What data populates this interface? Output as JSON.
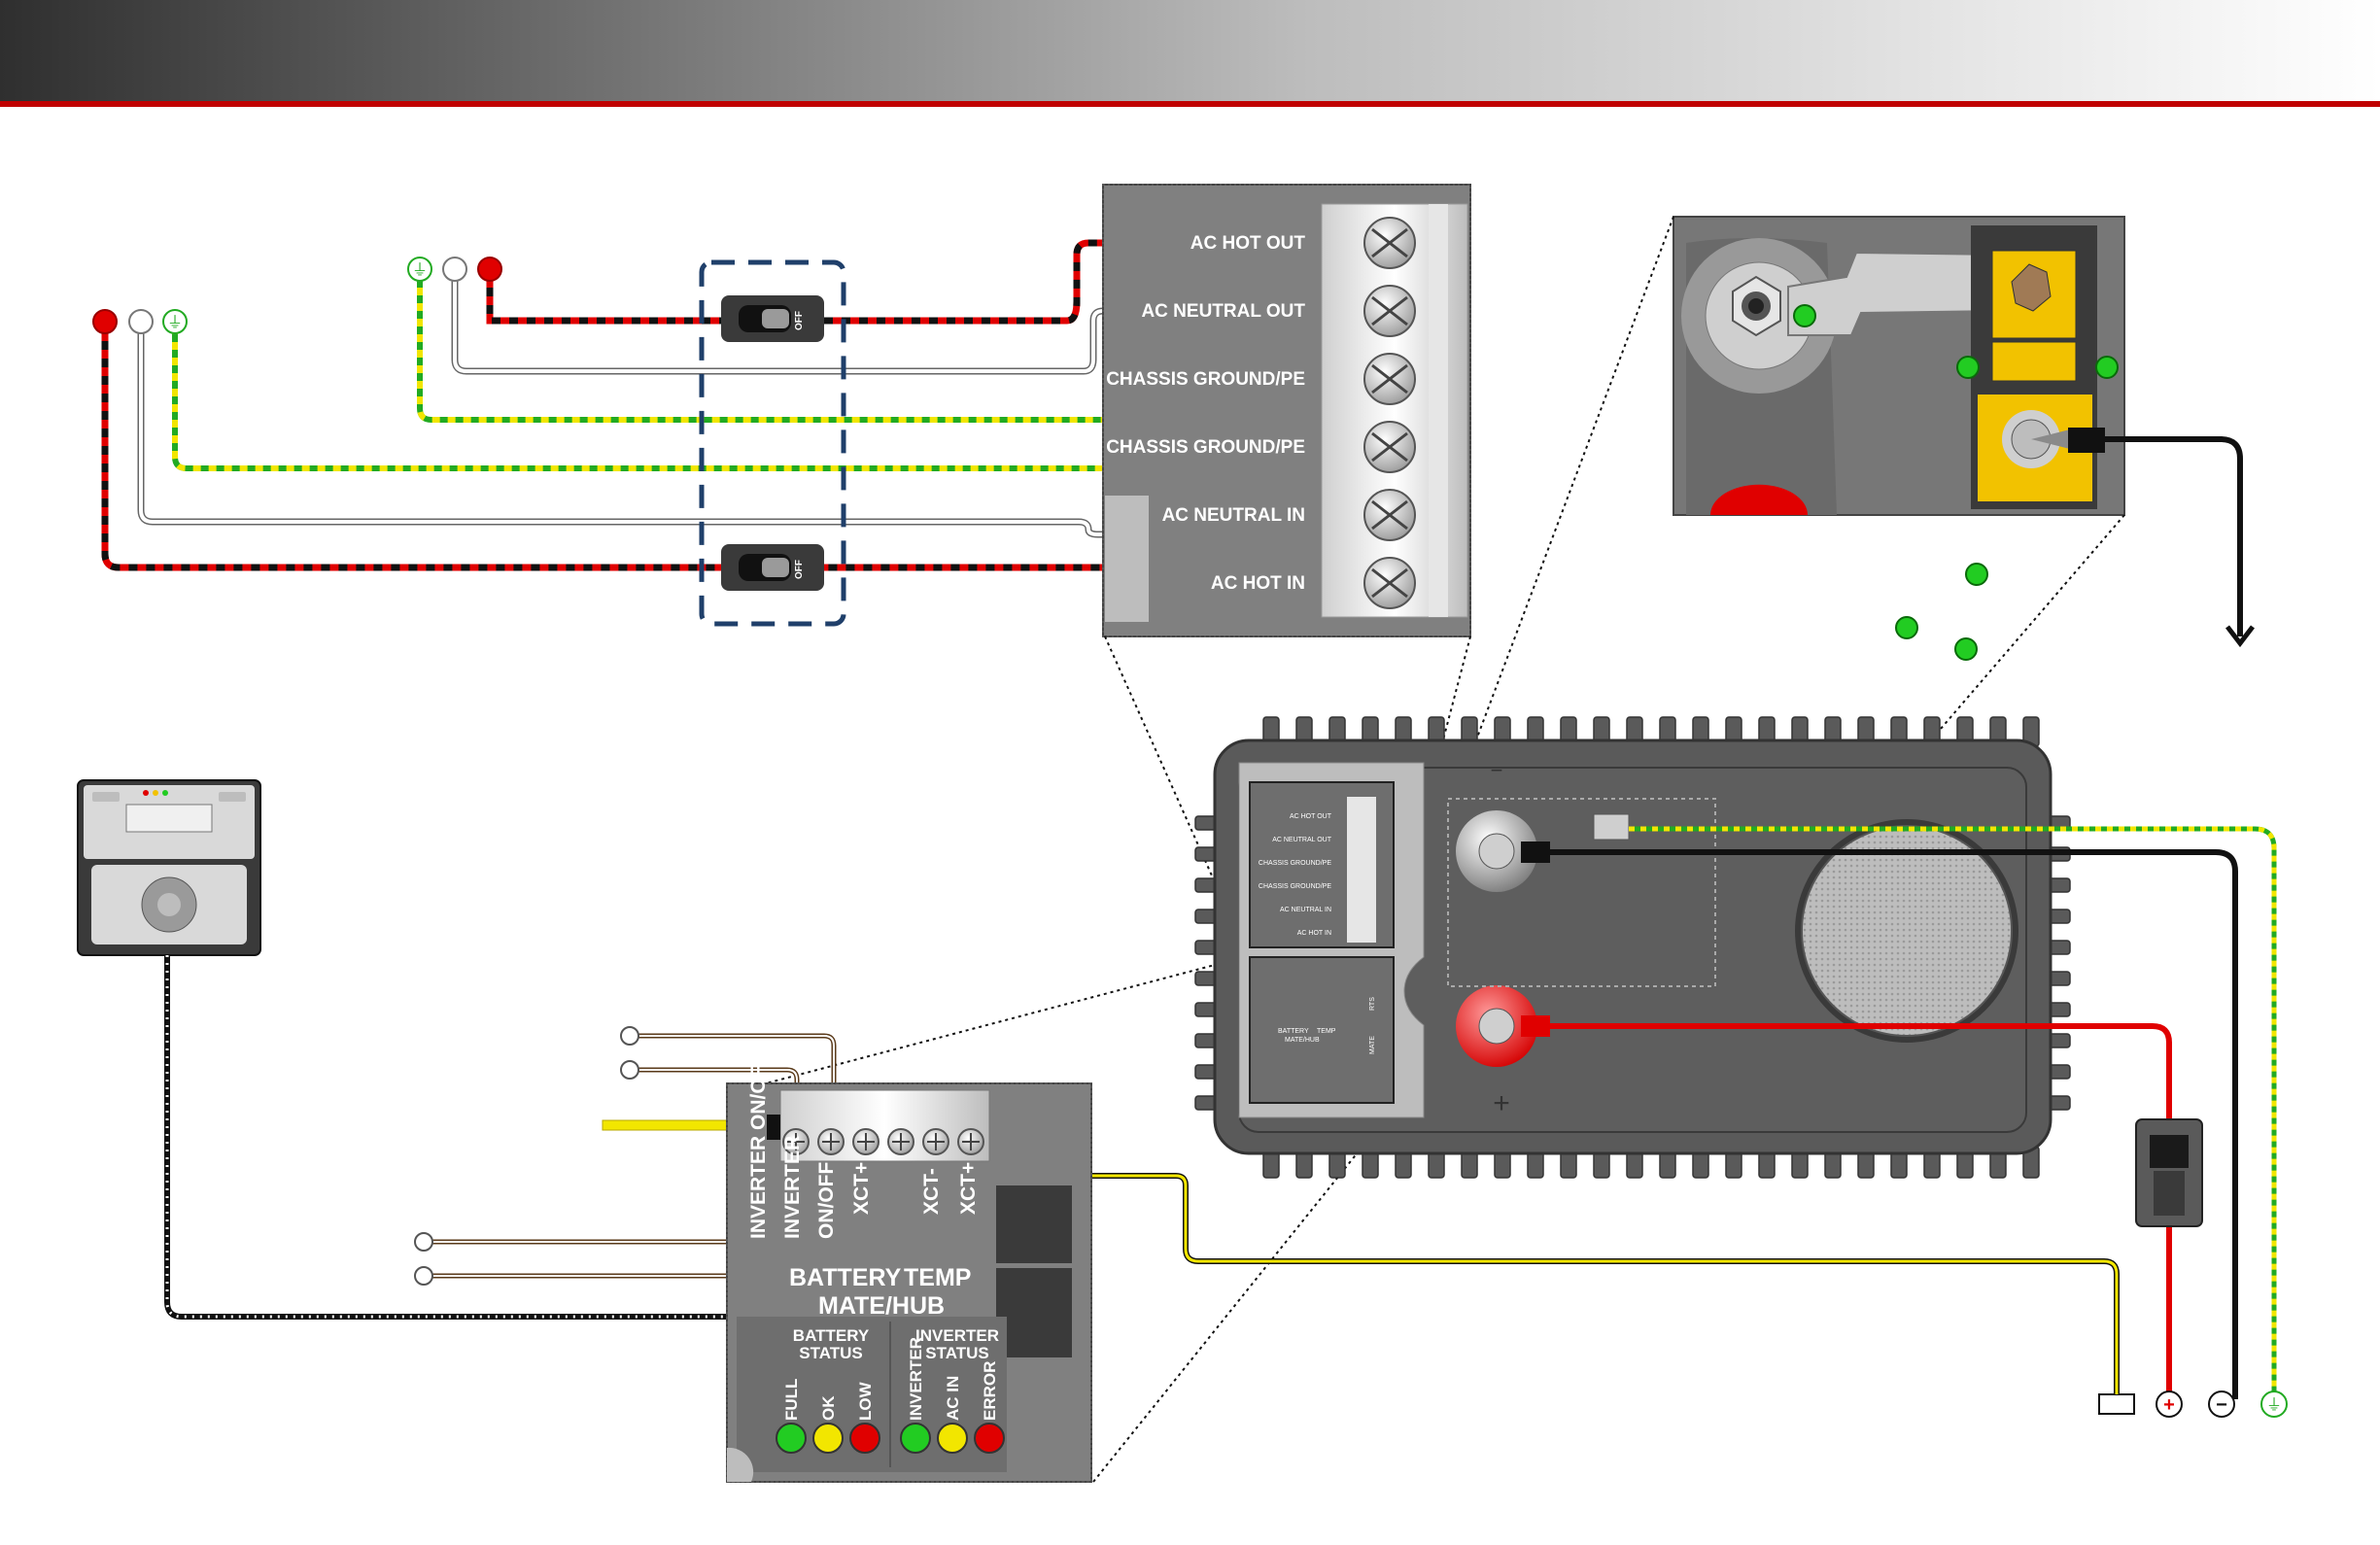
{
  "colors": {
    "header_dark": "#2f2f2f",
    "header_light": "#ffffff",
    "header_rule": "#c00000",
    "hot": "#e00000",
    "neutral": "#ffffff",
    "ground": "#22aa22",
    "ground_stripe": "#f2e600",
    "dc_negative": "#111111",
    "comm_yellow": "#f2e600",
    "marker_green": "#22cc22",
    "panel_gray": "#8c8c8c",
    "enclosure": "#5a5a5a",
    "lug_yellow": "#f2c200"
  },
  "ac_terminal_block": {
    "labels": [
      "AC HOT OUT",
      "AC NEUTRAL OUT",
      "CHASSIS GROUND/PE",
      "CHASSIS GROUND/PE",
      "AC NEUTRAL IN",
      "AC HOT IN"
    ]
  },
  "breakers": {
    "label": "OFF"
  },
  "ground_symbol": "⏚",
  "control_board": {
    "terminal_labels": [
      "INVERTER ON/OFF",
      "INVERTER",
      "ON/OFF",
      "XCT+",
      "XCT-",
      "XCT+"
    ],
    "header_left": "BATTERY",
    "header_right": "TEMP",
    "header_bottom": "MATE/HUB",
    "battery_status_title_1": "BATTERY",
    "battery_status_title_2": "STATUS",
    "inverter_status_title_1": "INVERTER",
    "inverter_status_title_2": "STATUS",
    "battery_leds": [
      {
        "label": "FULL",
        "color": "#22cc22"
      },
      {
        "label": "OK",
        "color": "#f2e600"
      },
      {
        "label": "LOW",
        "color": "#e00000"
      }
    ],
    "inverter_leds": [
      {
        "label": "INVERTER",
        "color": "#22cc22"
      },
      {
        "label": "AC IN",
        "color": "#f2e600"
      },
      {
        "label": "ERROR",
        "color": "#e00000"
      }
    ]
  },
  "inverter_mini": {
    "ac_labels": [
      "AC HOT OUT",
      "AC NEUTRAL OUT",
      "CHASSIS GROUND/PE",
      "CHASSIS GROUND/PE",
      "AC NEUTRAL IN",
      "AC HOT IN"
    ],
    "board_labels": [
      "BATTERY",
      "TEMP",
      "MATE/HUB",
      "RTS",
      "MATE"
    ],
    "plus_sign": "+",
    "minus_sign": "−"
  },
  "dc_terminals": {
    "positive": "+",
    "negative": "−"
  }
}
